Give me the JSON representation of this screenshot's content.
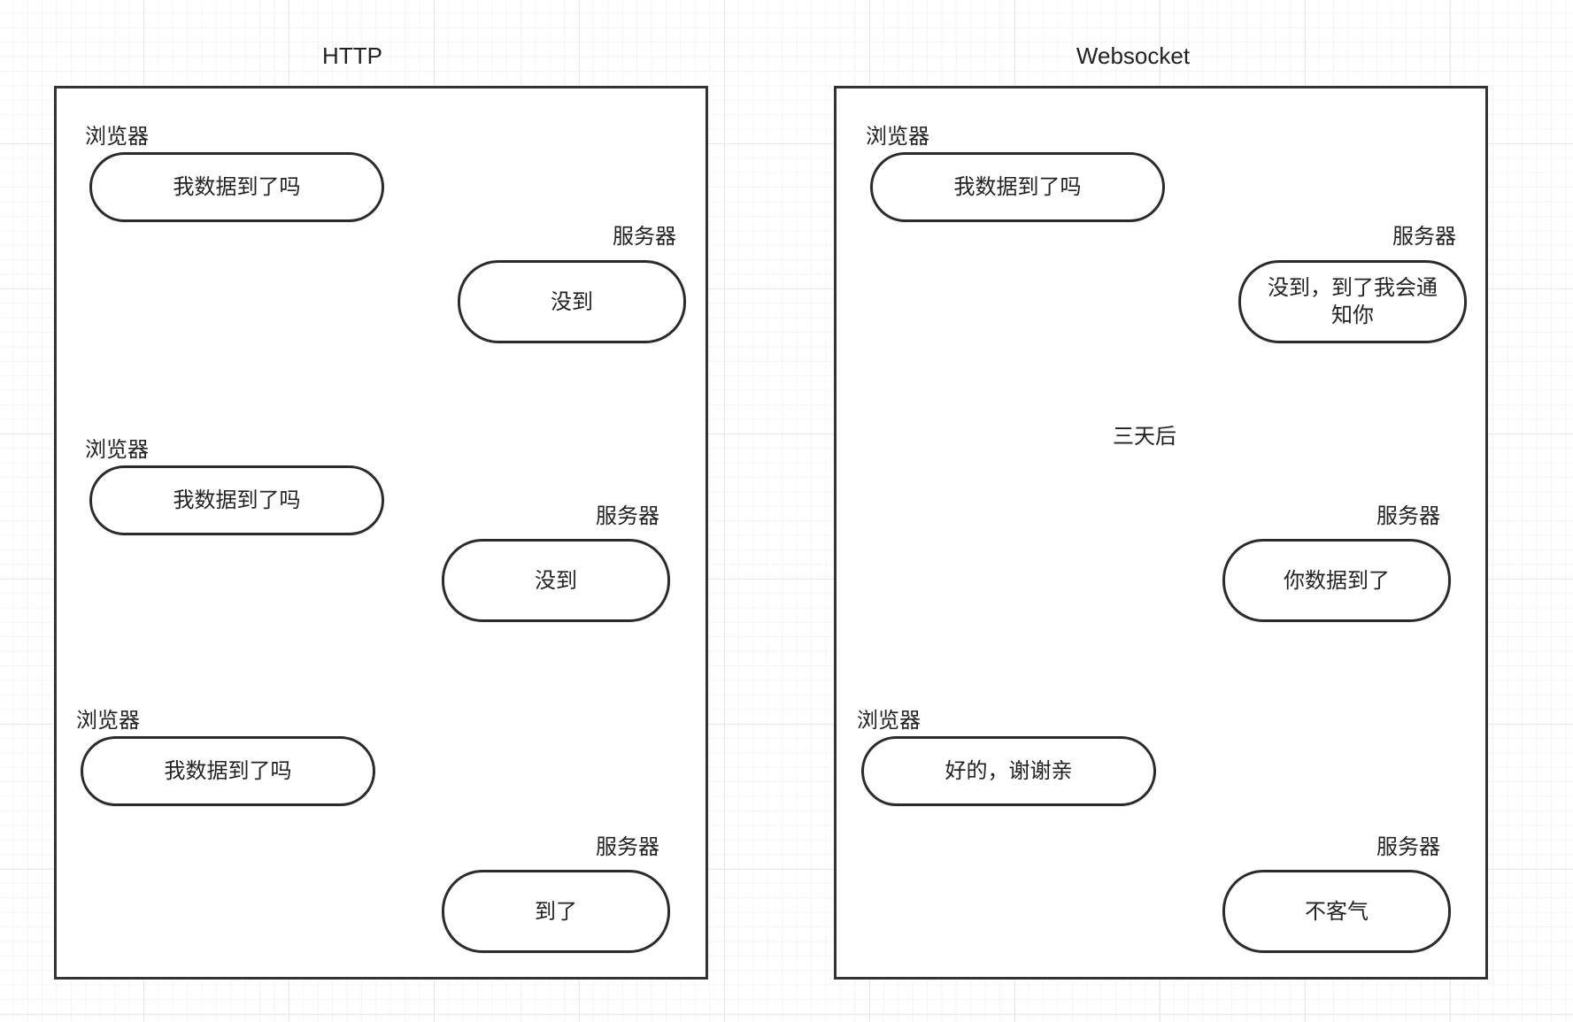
{
  "http": {
    "title": "HTTP",
    "messages": [
      {
        "role": "浏览器",
        "text": "我数据到了吗"
      },
      {
        "role": "服务器",
        "text": "没到"
      },
      {
        "role": "浏览器",
        "text": "我数据到了吗"
      },
      {
        "role": "服务器",
        "text": "没到"
      },
      {
        "role": "浏览器",
        "text": "我数据到了吗"
      },
      {
        "role": "服务器",
        "text": "到了"
      }
    ]
  },
  "websocket": {
    "title": "Websocket",
    "messages": [
      {
        "role": "浏览器",
        "text": "我数据到了吗"
      },
      {
        "role": "服务器",
        "text": "没到，到了我会通知你"
      },
      {
        "role": "服务器",
        "text": "你数据到了"
      },
      {
        "role": "浏览器",
        "text": "好的，谢谢亲"
      },
      {
        "role": "服务器",
        "text": "不客气"
      }
    ],
    "time_note": "三天后"
  }
}
